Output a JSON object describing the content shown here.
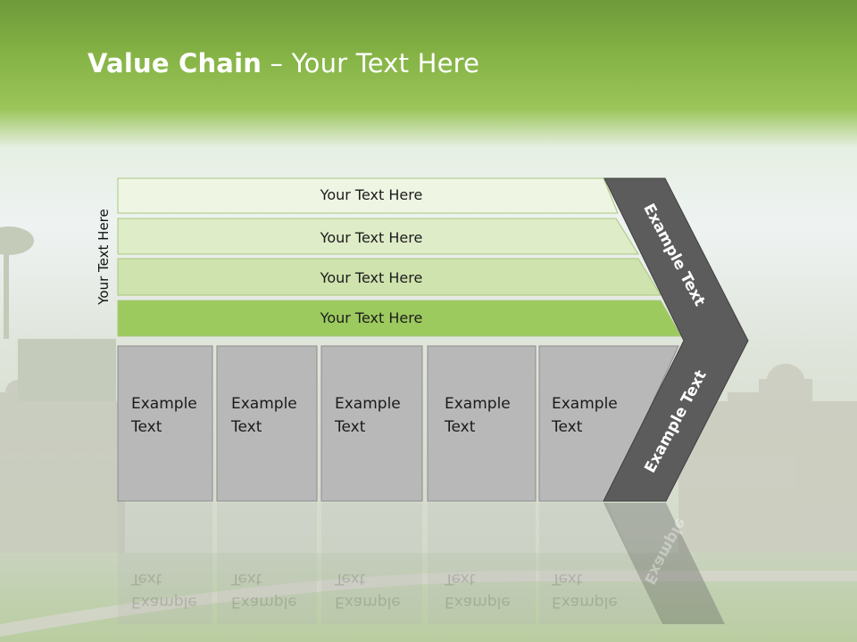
{
  "slide": {
    "title_bold": "Value Chain",
    "title_rest": " – Your Text Here",
    "side_label": "Your Text Here"
  },
  "bands": [
    {
      "label": "Your Text Here",
      "fill": "#eef5e3"
    },
    {
      "label": "Your Text Here",
      "fill": "#dfecc8"
    },
    {
      "label": "Your Text Here",
      "fill": "#cfe3ae"
    },
    {
      "label": "Your Text Here",
      "fill": "#9cca5e"
    }
  ],
  "columns": [
    {
      "label": "Example\nText"
    },
    {
      "label": "Example\nText"
    },
    {
      "label": "Example\nText"
    },
    {
      "label": "Example\nText"
    },
    {
      "label": "Example\nText"
    }
  ],
  "chevron": {
    "upper_label": "Example Text",
    "lower_label": "Example Text",
    "reflection_label": "Example",
    "color": "#5c5c5c"
  },
  "colors": {
    "header_green": "#8cbd4c",
    "column_gray": "#b8b8b8"
  }
}
